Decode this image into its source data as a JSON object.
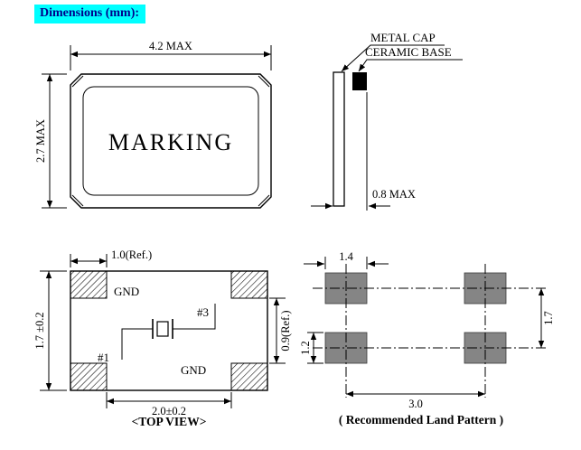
{
  "colors": {
    "title_highlight": "#00ffff",
    "title_text": "#00008b",
    "drawing_line": "#000000",
    "land_pad_fill": "#858585"
  },
  "title": "Dimensions (mm):",
  "front_view": {
    "marking": "MARKING",
    "width": "4.2 MAX",
    "height": "2.7 MAX"
  },
  "side_view": {
    "metal_cap_label": "METAL CAP",
    "ceramic_base_label": "CERAMIC BASE",
    "thickness": "0.8 MAX"
  },
  "top_view": {
    "caption": "<TOP VIEW>",
    "pad_width_ref": "1.0(Ref.)",
    "body_height_tol": "1.7 ±0.2",
    "pad_pitch": "2.0±0.2",
    "pad_gap_ref": "0.9(Ref.)",
    "pad_top_left_label": "GND",
    "pad_bottom_right_label": "GND",
    "pin1_label": "#1",
    "pin3_label": "#3"
  },
  "land_pattern": {
    "caption": "( Recommended Land Pattern )",
    "pad_width": "1.4",
    "pad_height": "1.2",
    "row_pitch": "1.7",
    "column_pitch": "3.0"
  }
}
